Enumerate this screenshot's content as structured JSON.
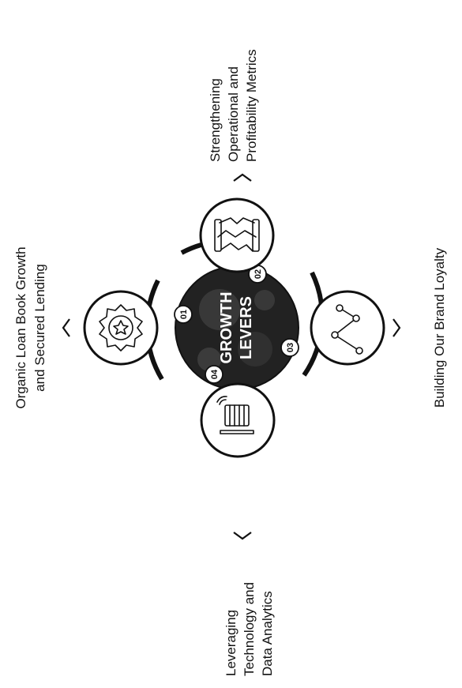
{
  "center": {
    "line1": "GROWTH",
    "line2": "LEVERS"
  },
  "levers": [
    {
      "number": "01",
      "line1": "Organic Loan Book Growth",
      "line2": "and Secured Lending",
      "line3": "",
      "icon": "award-badge-icon"
    },
    {
      "number": "02",
      "line1": "Strengthening",
      "line2": "Operational and",
      "line3": "Profitability Metrics",
      "icon": "handshake-icon"
    },
    {
      "number": "03",
      "line1": "Building Our Brand Loyalty",
      "line2": "",
      "line3": "",
      "icon": "network-nodes-icon"
    },
    {
      "number": "04",
      "line1": "Leveraging",
      "line2": "Technology and",
      "line3": "Data Analytics",
      "icon": "technology-device-icon"
    }
  ],
  "colors": {
    "ring": "#111111",
    "center_fill": "#222222",
    "background": "#ffffff"
  }
}
